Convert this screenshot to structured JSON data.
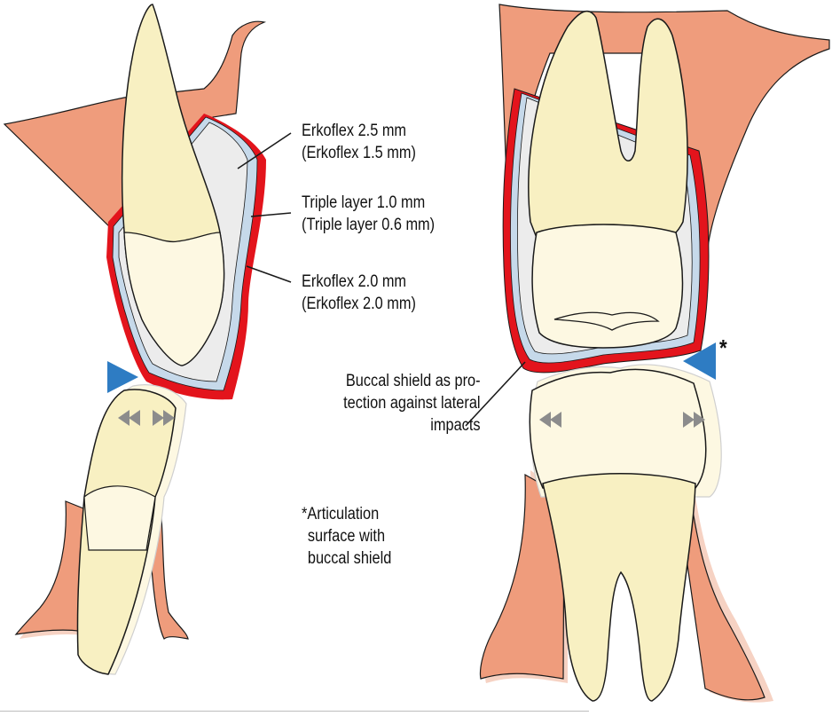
{
  "colors": {
    "enamel": "#f8f0c2",
    "crown": "#fdf8e2",
    "gum": "#ef9c7c",
    "gum_shadow": "#f6d2c3",
    "layer_outer": "#e3141c",
    "layer_middle": "#c6d9ea",
    "layer_inner": "#ececec",
    "arrow_blue": "#2e7cc3",
    "arrow_gray": "#8c8c8c",
    "outline": "#1a1a1a"
  },
  "labels": {
    "layer1": [
      "Erkoflex 2.5 mm",
      "(Erkoflex 1.5 mm)"
    ],
    "layer2": [
      "Triple layer 1.0 mm",
      "(Triple layer 0.6 mm)"
    ],
    "layer3": [
      "Erkoflex 2.0 mm",
      "(Erkoflex 2.0 mm)"
    ],
    "buccal": [
      "Buccal shield as pro-",
      "tection against lateral",
      "impacts"
    ],
    "articulation": [
      "*Articulation",
      "surface with",
      "buccal shield"
    ],
    "asterisk": "*"
  },
  "icons": {
    "pointer_left": "triangle-right-icon",
    "pointer_right": "triangle-left-icon",
    "movement": "double-chevron-icon"
  }
}
